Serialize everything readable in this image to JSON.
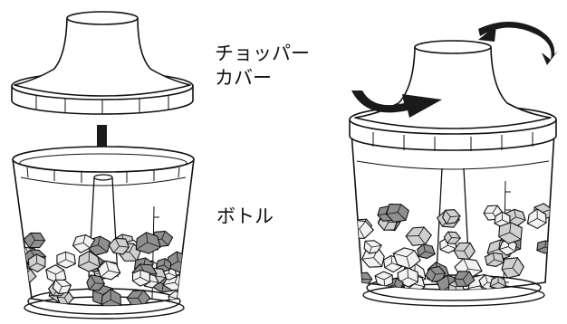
{
  "labels": {
    "chopper_cover_line1": "チョッパー",
    "chopper_cover_line2": "カバー",
    "bottle": "ボトル"
  },
  "colors": {
    "line": "#111111",
    "background": "#ffffff",
    "ice_light": "#f2f2f2",
    "ice_mid": "#cfcfcf",
    "ice_dark": "#8f8f8f",
    "arrow": "#1a1a1a"
  },
  "icons": {
    "down_arrow": "assembly-down-arrow-icon",
    "rotate_arrows": "twist-lock-arrows-icon"
  }
}
